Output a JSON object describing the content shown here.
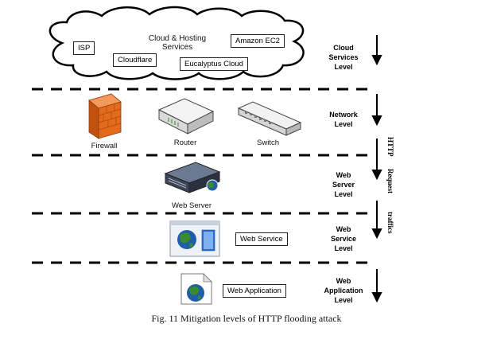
{
  "cloud": {
    "title": "Cloud & Hosting Services",
    "title_line1": "Cloud & Hosting",
    "title_line2": "Services",
    "items": [
      "ISP",
      "Cloudflare",
      "Amazon EC2",
      "Eucalyptus Cloud"
    ]
  },
  "devices": {
    "firewall": "Firewall",
    "router": "Router",
    "switch": "Switch",
    "web_server": "Web Server",
    "web_service": "Web Service",
    "web_application": "Web Application"
  },
  "levels": {
    "cloud": [
      "Cloud",
      "Services",
      "Level"
    ],
    "network": [
      "Network",
      "Level"
    ],
    "web_server": [
      "Web",
      "Server",
      "Level"
    ],
    "web_service": [
      "Web",
      "Service",
      "Level"
    ],
    "web_application": [
      "Web",
      "Application",
      "Level"
    ]
  },
  "side_label": {
    "http": "HTTP",
    "request": "Request",
    "traffics": "traffics"
  },
  "caption": "Fig. 11 Mitigation levels of HTTP flooding attack",
  "icons": [
    "cloud-icon",
    "firewall-icon",
    "router-icon",
    "switch-icon",
    "web-server-icon",
    "web-service-icon",
    "web-application-icon",
    "arrow-down-icon"
  ],
  "colors": {
    "firewall": "#e46a1c",
    "globe_blue": "#1f5fa8",
    "globe_green": "#3a8a2e",
    "server_dark": "#3c4658"
  }
}
